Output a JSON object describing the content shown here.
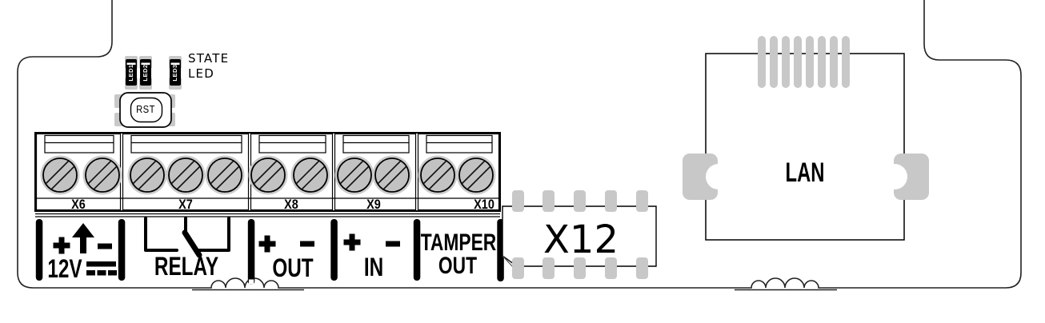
{
  "board": {
    "indicators": {
      "state_label": [
        "STATE",
        "LED"
      ],
      "leds": [
        "LED1",
        "LED2",
        "LED3"
      ],
      "reset": "RST"
    },
    "terminals": [
      {
        "id": "X6",
        "label": "12V",
        "plus": "+",
        "minus": "-",
        "screws": 2,
        "note": "dc-supply"
      },
      {
        "id": "X7",
        "label": "RELAY",
        "screws": 3
      },
      {
        "id": "X8",
        "label": "OUT",
        "plus": "+",
        "minus": "-",
        "screws": 2
      },
      {
        "id": "X9",
        "label": "IN",
        "plus": "+",
        "minus": "-",
        "screws": 2
      },
      {
        "id": "X10",
        "label": "TAMPER",
        "label2": "OUT",
        "screws": 2
      }
    ],
    "connectors": {
      "pin_header": "X12",
      "ethernet": "LAN"
    },
    "colors": {
      "pad_gray": "#c8c8c8",
      "screw_gray": "#c2c2c2",
      "glow_gray": "#cccccc",
      "ink": "#000000"
    }
  }
}
